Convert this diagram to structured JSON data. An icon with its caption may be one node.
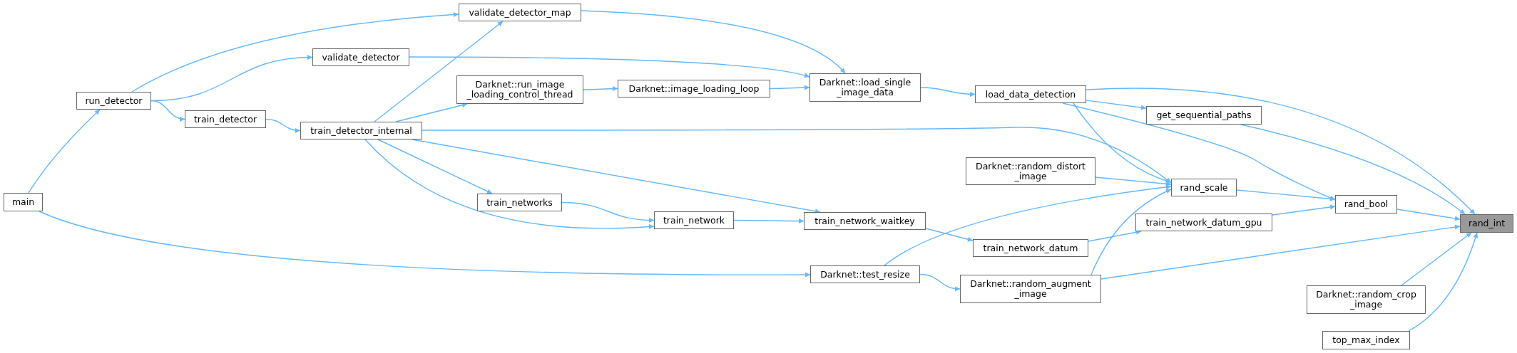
{
  "diagram": {
    "nodes": [
      {
        "text": [
          "main"
        ]
      },
      {
        "text": [
          "run_detector"
        ]
      },
      {
        "text": [
          "validate_detector_map"
        ]
      },
      {
        "text": [
          "validate_detector"
        ]
      },
      {
        "text": [
          "train_detector"
        ]
      },
      {
        "text": [
          "train_detector_internal"
        ]
      },
      {
        "text": [
          "Darknet::run_image _loading_control_thread"
        ]
      },
      {
        "text": [
          "train_networks"
        ]
      },
      {
        "text": [
          "train_network"
        ]
      },
      {
        "text": [
          "Darknet::image_loading_loop"
        ]
      },
      {
        "text": [
          "Darknet::load_single _image_data"
        ]
      },
      {
        "text": [
          "train_network_waitkey"
        ]
      },
      {
        "text": [
          "Darknet::test_resize"
        ]
      },
      {
        "text": [
          "load_data_detection"
        ]
      },
      {
        "text": [
          "Darknet::random_distort _image"
        ]
      },
      {
        "text": [
          "train_network_datum"
        ]
      },
      {
        "text": [
          "Darknet::random_augment _image"
        ]
      },
      {
        "text": [
          "get_sequential_paths"
        ]
      },
      {
        "text": [
          "rand_scale"
        ]
      },
      {
        "text": [
          "train_network_datum_gpu"
        ]
      },
      {
        "text": [
          "rand_bool"
        ]
      },
      {
        "text": [
          "Darknet::random_crop _image"
        ]
      },
      {
        "text": [
          "top_max_index"
        ]
      },
      {
        "text": [
          "rand_int"
        ]
      }
    ],
    "edges": [
      {
        "from": 0,
        "to": 1,
        "arrow": "to"
      },
      {
        "from": 0,
        "to": 12,
        "arrow": "to"
      },
      {
        "from": 1,
        "to": 2,
        "arrow": "to"
      },
      {
        "from": 1,
        "to": 3,
        "arrow": "to"
      },
      {
        "from": 1,
        "to": 4,
        "arrow": "to"
      },
      {
        "from": 4,
        "to": 5,
        "arrow": "to"
      },
      {
        "from": 5,
        "to": 2,
        "arrow": "to"
      },
      {
        "from": 5,
        "to": 6,
        "arrow": "to"
      },
      {
        "from": 5,
        "to": 7,
        "arrow": "to"
      },
      {
        "from": 5,
        "to": 8,
        "arrow": "to"
      },
      {
        "from": 5,
        "to": 11,
        "arrow": "to"
      },
      {
        "from": 5,
        "to": 18,
        "arrow": "to"
      },
      {
        "from": 2,
        "to": 10,
        "arrow": "to"
      },
      {
        "from": 3,
        "to": 10,
        "arrow": "to"
      },
      {
        "from": 6,
        "to": 9,
        "arrow": "to"
      },
      {
        "from": 9,
        "to": 10,
        "arrow": "to"
      },
      {
        "from": 10,
        "to": 13,
        "arrow": "to"
      },
      {
        "from": 7,
        "to": 8,
        "arrow": "to"
      },
      {
        "from": 8,
        "to": 11,
        "arrow": "to"
      },
      {
        "from": 11,
        "to": 15,
        "arrow": "to"
      },
      {
        "from": 12,
        "to": 18,
        "arrow": "to"
      },
      {
        "from": 12,
        "to": 16,
        "arrow": "to"
      },
      {
        "from": 13,
        "to": 17,
        "arrow": "to"
      },
      {
        "from": 13,
        "to": 23,
        "arrow": "to"
      },
      {
        "from": 13,
        "to": 18,
        "arrow": "to"
      },
      {
        "from": 13,
        "to": 20,
        "arrow": "to"
      },
      {
        "from": 14,
        "to": 18,
        "arrow": "to"
      },
      {
        "from": 15,
        "to": 19,
        "arrow": "to"
      },
      {
        "from": 16,
        "to": 18,
        "arrow": "to"
      },
      {
        "from": 16,
        "to": 23,
        "arrow": "to"
      },
      {
        "from": 17,
        "to": 23,
        "arrow": "to"
      },
      {
        "from": 18,
        "to": 20,
        "arrow": "to"
      },
      {
        "from": 19,
        "to": 20,
        "arrow": "to"
      },
      {
        "from": 20,
        "to": 23,
        "arrow": "to"
      },
      {
        "from": 21,
        "to": 23,
        "arrow": "to"
      },
      {
        "from": 22,
        "to": 23,
        "arrow": "to"
      }
    ]
  }
}
